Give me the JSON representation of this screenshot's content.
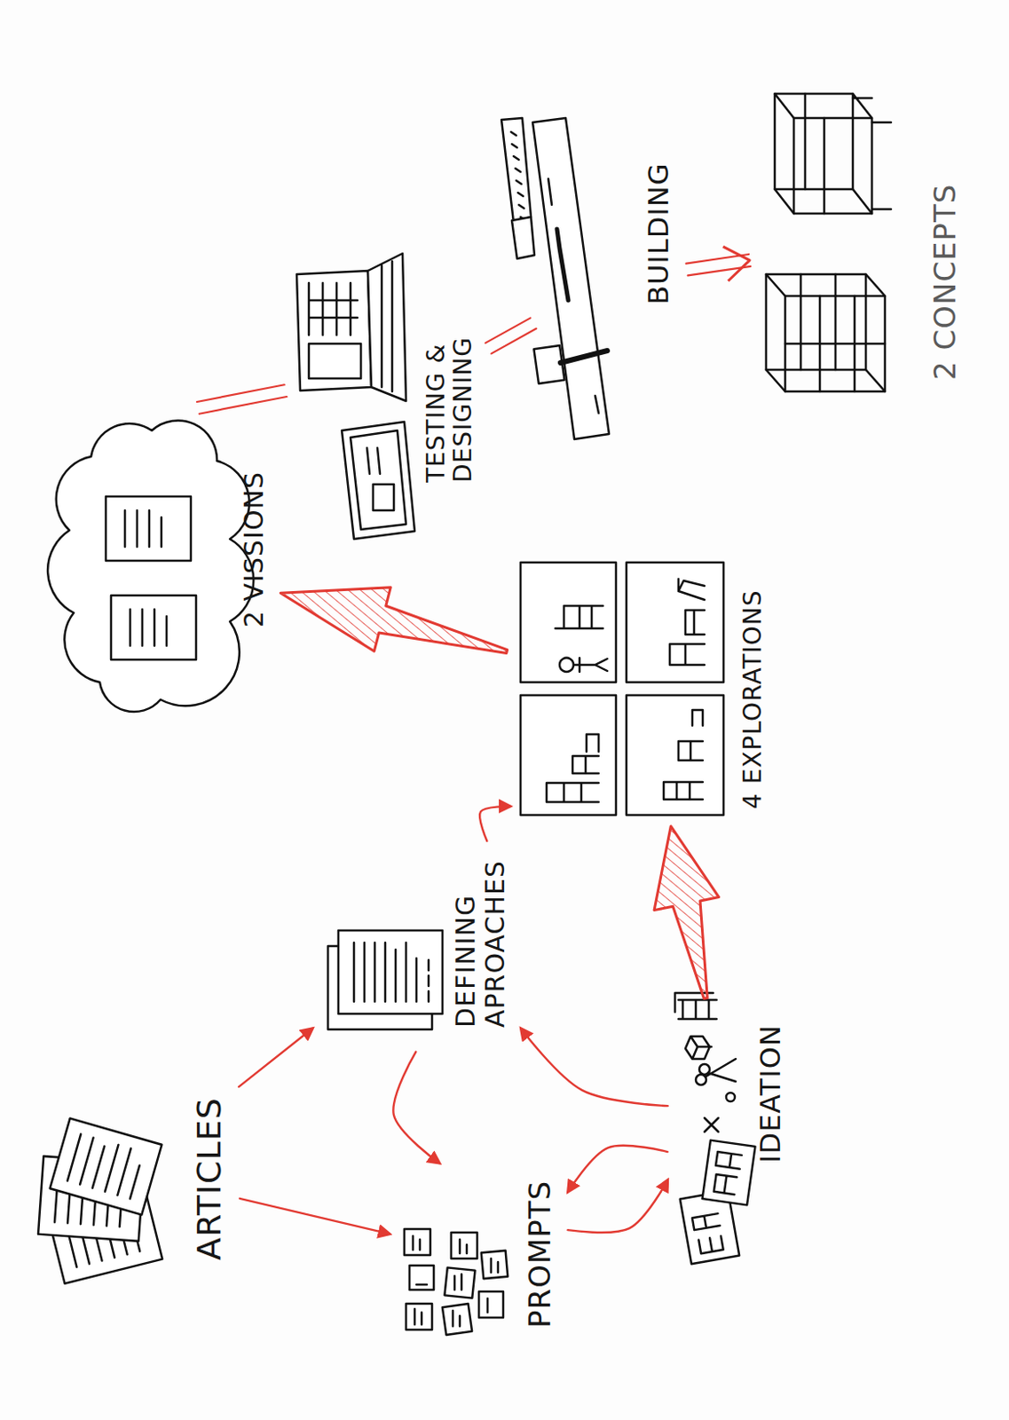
{
  "diagram": {
    "nodes": [
      {
        "text": [
          "ARTICLES"
        ]
      },
      {
        "text": [
          "PROMPTS"
        ]
      },
      {
        "text": [
          "DEFINING APROACHES"
        ]
      },
      {
        "text": [
          "IDEATION"
        ]
      },
      {
        "text": [
          "4 EXPLORATIONS"
        ]
      },
      {
        "text": [
          "2 VISSIONS"
        ]
      },
      {
        "text": [
          "TESTING & DESIGNING"
        ]
      },
      {
        "text": [
          "BUILDING"
        ]
      },
      {
        "text": [
          "2 CONCEPTS"
        ]
      }
    ],
    "edges": [
      {
        "from": 0,
        "to": 1,
        "arrow": "to"
      },
      {
        "from": 0,
        "to": 2,
        "arrow": "to"
      },
      {
        "from": 2,
        "to": 1,
        "arrow": "to"
      },
      {
        "from": 1,
        "to": 3,
        "arrow": "to"
      },
      {
        "from": 3,
        "to": 1,
        "arrow": "to"
      },
      {
        "from": 3,
        "to": 2,
        "arrow": "to"
      },
      {
        "from": 2,
        "to": 4,
        "arrow": "to"
      },
      {
        "from": 3,
        "to": 4,
        "arrow": "to"
      },
      {
        "from": 4,
        "to": 5,
        "arrow": "to"
      },
      {
        "from": 5,
        "to": 6,
        "arrow": "none"
      },
      {
        "from": 6,
        "to": 7,
        "arrow": "none"
      },
      {
        "from": 7,
        "to": 8,
        "arrow": "to"
      }
    ]
  }
}
